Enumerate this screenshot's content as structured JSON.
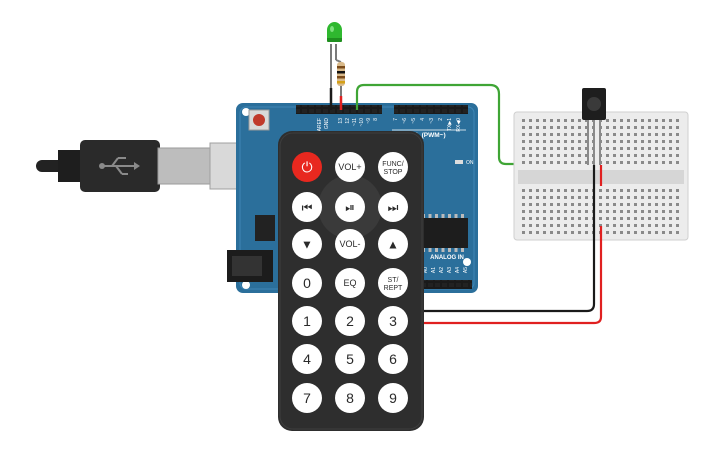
{
  "board": {
    "pin_aref": "AREF",
    "pin_gnd": "GND",
    "pins_high": [
      "13",
      "12",
      "~11",
      "~10",
      "~9",
      "8"
    ],
    "pins_low": [
      "7",
      "~6",
      "~5",
      "4",
      "~3",
      "2",
      "TX▶1",
      "RX◀0"
    ],
    "digital_label": "DIGITAL (PWM~)",
    "on_label": "ON",
    "analog_label": "ANALOG IN",
    "analog_pins": [
      "A0",
      "A1",
      "A2",
      "A3",
      "A4",
      "A5"
    ]
  },
  "remote": {
    "buttons": [
      {
        "label": "⏻",
        "name": "power-button",
        "color": "#e8281f"
      },
      {
        "label": "VOL+",
        "name": "vol-up-button"
      },
      {
        "label": "FUNC/",
        "label2": "STOP",
        "name": "func-stop-button"
      },
      {
        "label": "⏮",
        "name": "prev-button"
      },
      {
        "label": "⏯",
        "name": "play-pause-button"
      },
      {
        "label": "⏭",
        "name": "next-button"
      },
      {
        "label": "▼",
        "name": "down-button"
      },
      {
        "label": "VOL-",
        "name": "vol-down-button"
      },
      {
        "label": "▲",
        "name": "up-button"
      },
      {
        "label": "0",
        "name": "digit-0-button"
      },
      {
        "label": "EQ",
        "name": "eq-button"
      },
      {
        "label": "ST/",
        "label2": "REPT",
        "name": "st-rept-button"
      },
      {
        "label": "1",
        "name": "digit-1-button"
      },
      {
        "label": "2",
        "name": "digit-2-button"
      },
      {
        "label": "3",
        "name": "digit-3-button"
      },
      {
        "label": "4",
        "name": "digit-4-button"
      },
      {
        "label": "5",
        "name": "digit-5-button"
      },
      {
        "label": "6",
        "name": "digit-6-button"
      },
      {
        "label": "7",
        "name": "digit-7-button"
      },
      {
        "label": "8",
        "name": "digit-8-button"
      },
      {
        "label": "9",
        "name": "digit-9-button"
      }
    ]
  },
  "colors": {
    "board_blue": "#2b6f9b",
    "remote_body": "#2e2e2e",
    "button_white": "#ffffff",
    "power_red": "#e8281f",
    "wire_green": "#3fa535",
    "wire_red": "#e02020",
    "wire_black": "#1a1a1a",
    "led_green": "#2fb82f",
    "breadboard": "#ececec"
  },
  "icons": {
    "usb": "usb-trident-icon",
    "power": "power-icon"
  }
}
